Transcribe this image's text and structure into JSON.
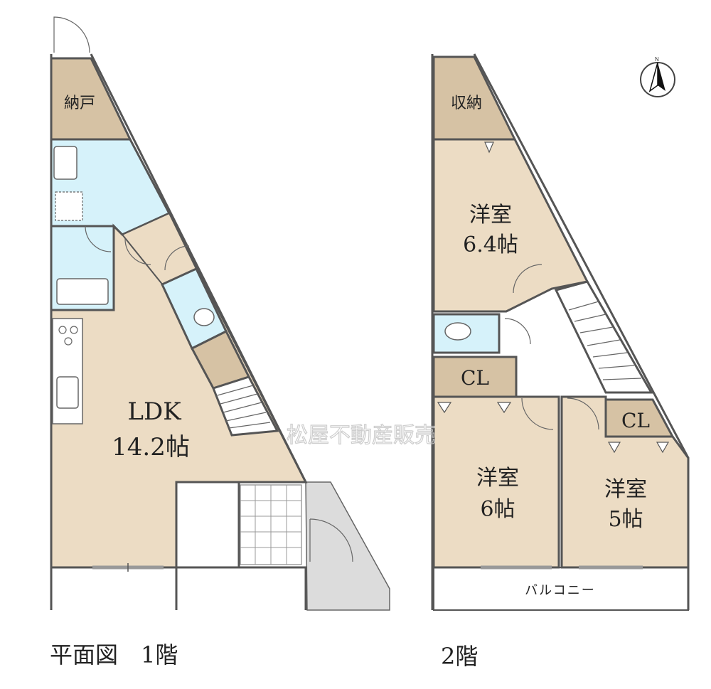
{
  "watermark": "松屋不動産販売",
  "compass": {
    "label": "N",
    "icon": "north-arrow-icon"
  },
  "floor1": {
    "caption": "平面図　1階",
    "rooms": {
      "storage": "納戸",
      "ldk_name": "LDK",
      "ldk_size": "14.2帖"
    }
  },
  "floor2": {
    "caption": "2階",
    "rooms": {
      "storage": "収納",
      "west_room_name": "洋室",
      "west_room_size": "6.4帖",
      "cl_a": "CL",
      "cl_b": "CL",
      "room6_name": "洋室",
      "room6_size": "6帖",
      "room5_name": "洋室",
      "room5_size": "5帖",
      "balcony": "バルコニー"
    }
  },
  "colors": {
    "room": "#ecdcc4",
    "storage": "#d6c2a4",
    "wet": "#d6f2fa",
    "porch": "#dcdcdc",
    "wall": "#555555"
  }
}
